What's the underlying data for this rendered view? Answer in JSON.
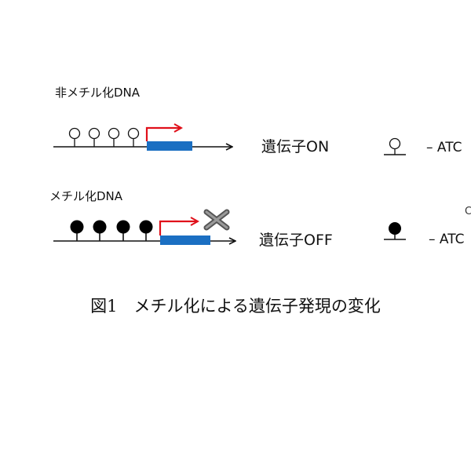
{
  "figure": {
    "caption": "図1　メチル化による遺伝子発現の変化",
    "colors": {
      "dna_line": "#111111",
      "gene_box": "#1b6fc2",
      "promoter_arrow": "#e0101a",
      "block_mark": "#555555"
    }
  },
  "unmethylated": {
    "label": "非メチル化DNA",
    "sites": 4,
    "site_style": "open-circle",
    "result": "遺伝子ON"
  },
  "methylated": {
    "label": "メチル化DNA",
    "sites": 4,
    "site_style": "filled-circle",
    "blocked": true,
    "result": "遺伝子OFF"
  },
  "legend": {
    "open_text": "– ATC",
    "filled_text": "– ATC",
    "partial_top_text": "C"
  }
}
